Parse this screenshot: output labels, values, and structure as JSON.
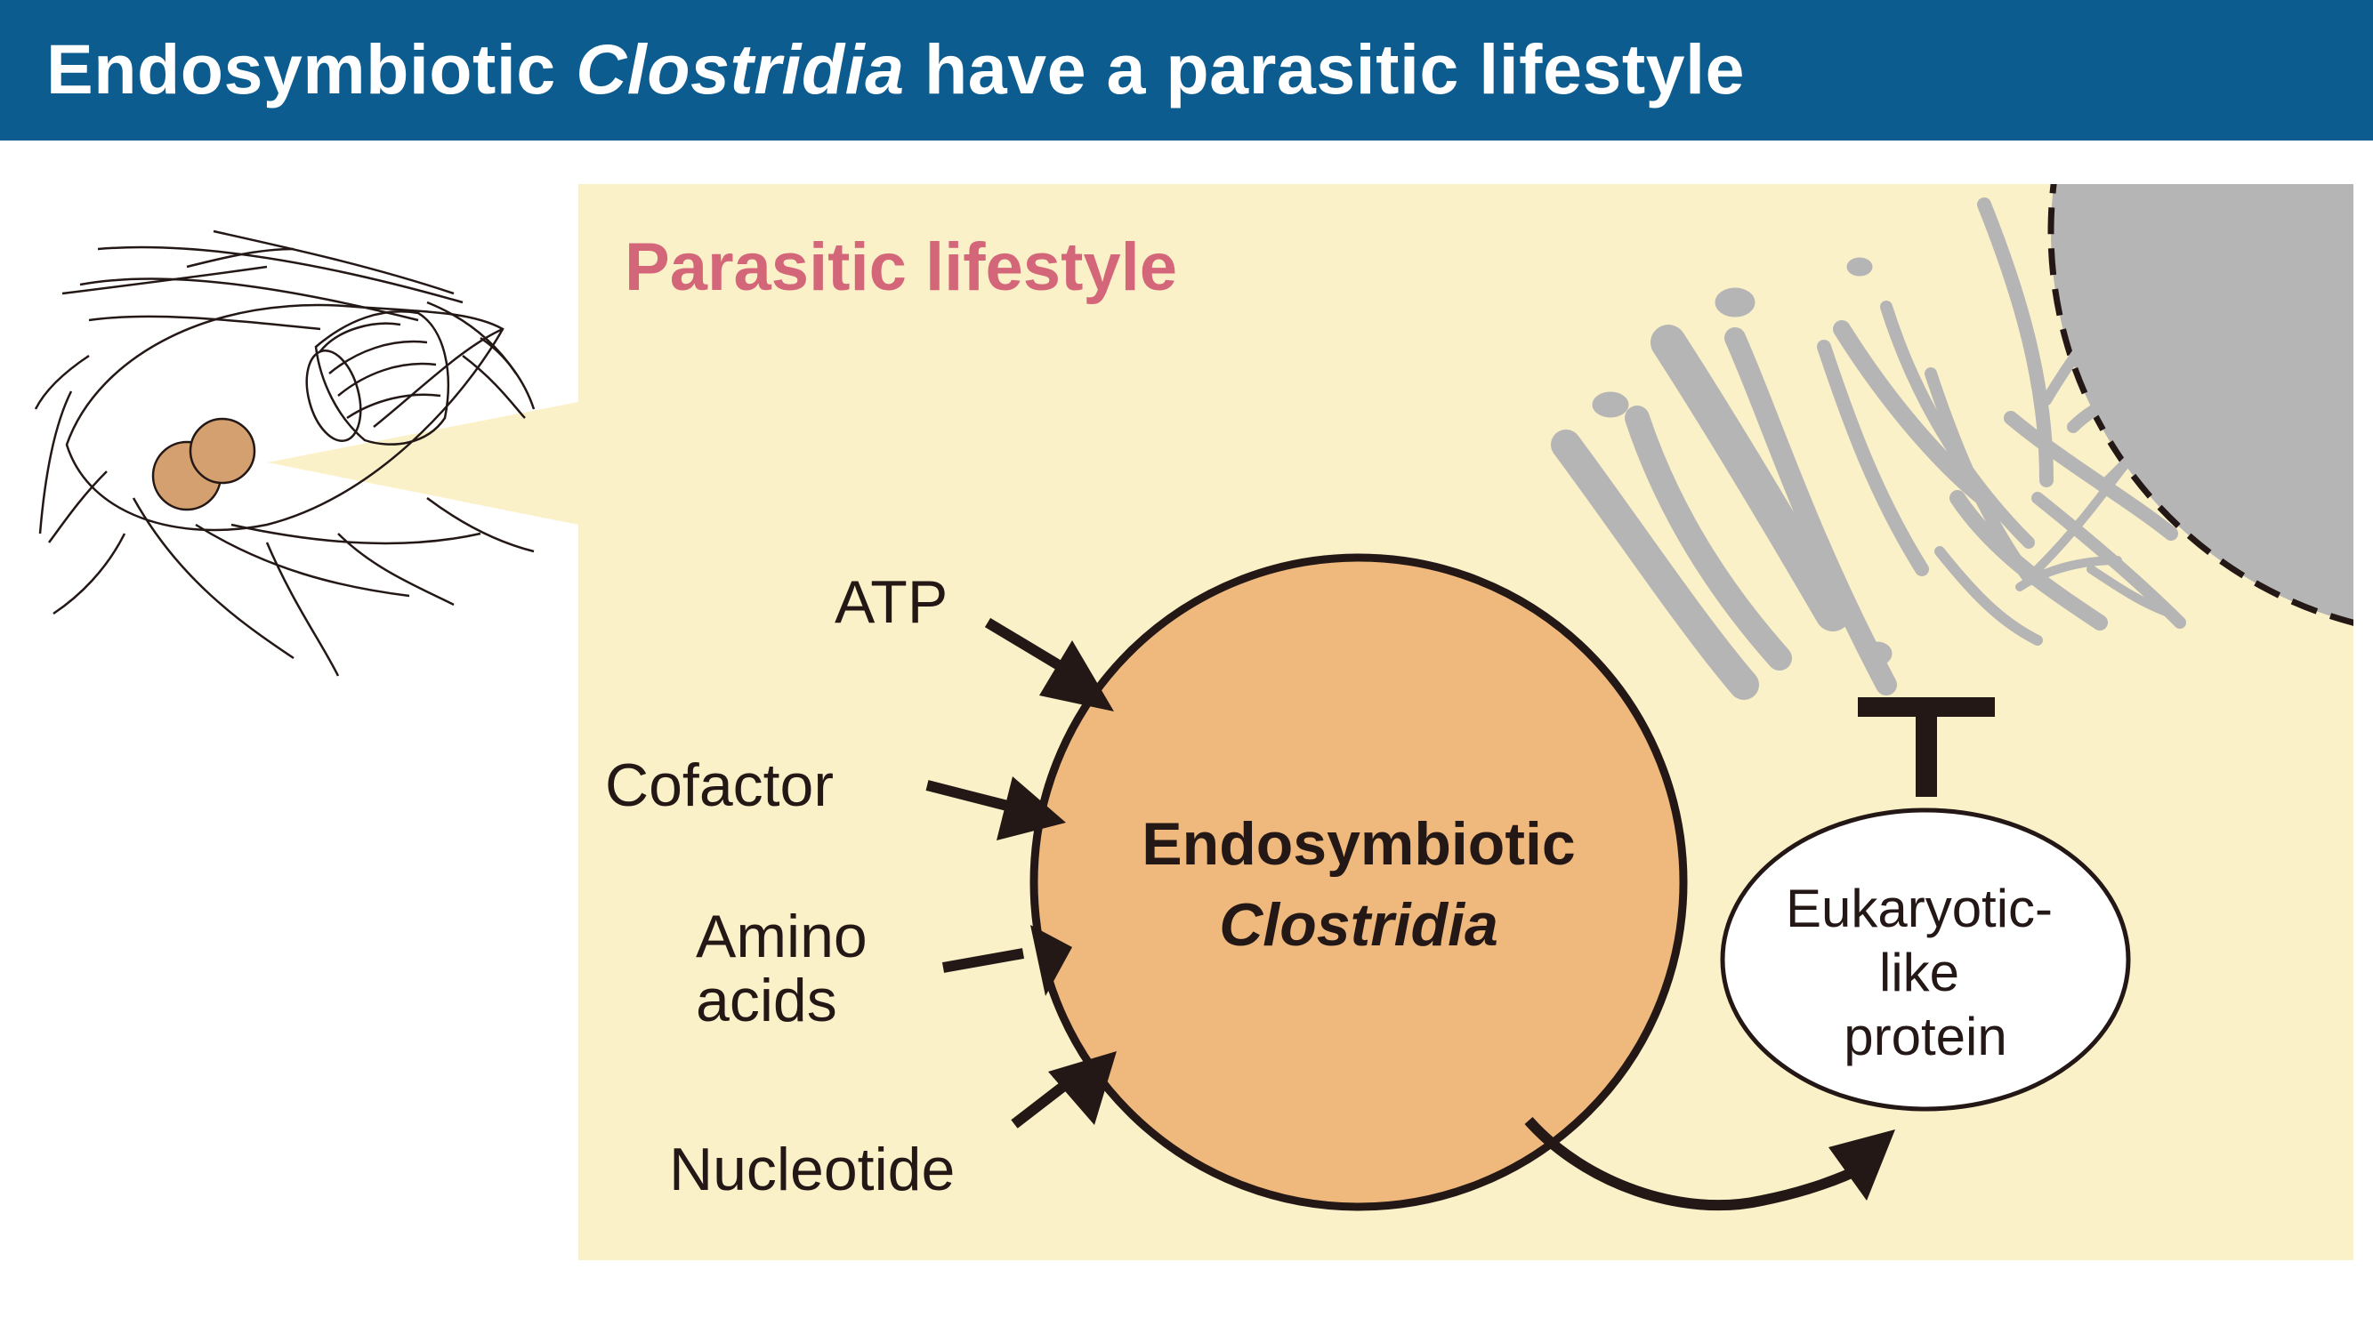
{
  "title": {
    "prefix": "Endosymbiotic ",
    "italic": "Clostridia",
    "suffix": " have a parasitic lifestyle"
  },
  "panel": {
    "heading": "Parasitic lifestyle"
  },
  "inputs": [
    {
      "label": "ATP"
    },
    {
      "label": "Cofactor"
    },
    {
      "label": "Amino",
      "label2": "acids"
    },
    {
      "label": "Nucleotide"
    }
  ],
  "symbiont": {
    "line1": "Endosymbiotic",
    "line2": "Clostridia"
  },
  "protein": {
    "line1": "Eukaryotic-",
    "line2": "like",
    "line3": "protein"
  },
  "colors": {
    "title_bar": "#0d5c8f",
    "panel_bg": "#fbf1c9",
    "heading": "#d4667a",
    "symbiont_fill": "#efb97e",
    "host_organelle": "#b5b5b5",
    "ink": "#231815"
  },
  "icons": [
    "protist-illustration",
    "organelle-membrane",
    "inhibition-symbol"
  ]
}
